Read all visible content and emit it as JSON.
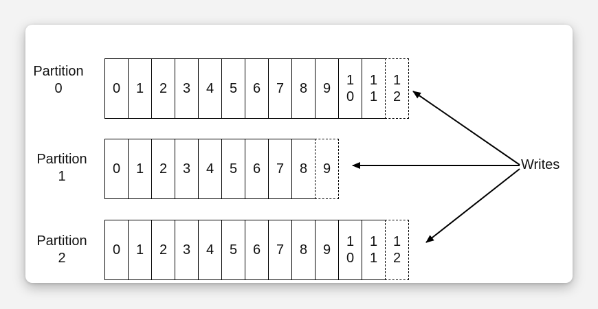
{
  "diagram": {
    "title_fragment": "",
    "writes_label": "Writes",
    "partitions": [
      {
        "label_line1": "Partition",
        "label_line2": "0",
        "committed": [
          "0",
          "1",
          "2",
          "3",
          "4",
          "5",
          "6",
          "7",
          "8",
          "9",
          "10",
          "11"
        ],
        "pending": "12"
      },
      {
        "label_line1": "Partition",
        "label_line2": "1",
        "committed": [
          "0",
          "1",
          "2",
          "3",
          "4",
          "5",
          "6",
          "7",
          "8"
        ],
        "pending": "9"
      },
      {
        "label_line1": "Partition",
        "label_line2": "2",
        "committed": [
          "0",
          "1",
          "2",
          "3",
          "4",
          "5",
          "6",
          "7",
          "8",
          "9",
          "10",
          "11"
        ],
        "pending": "12"
      }
    ]
  }
}
